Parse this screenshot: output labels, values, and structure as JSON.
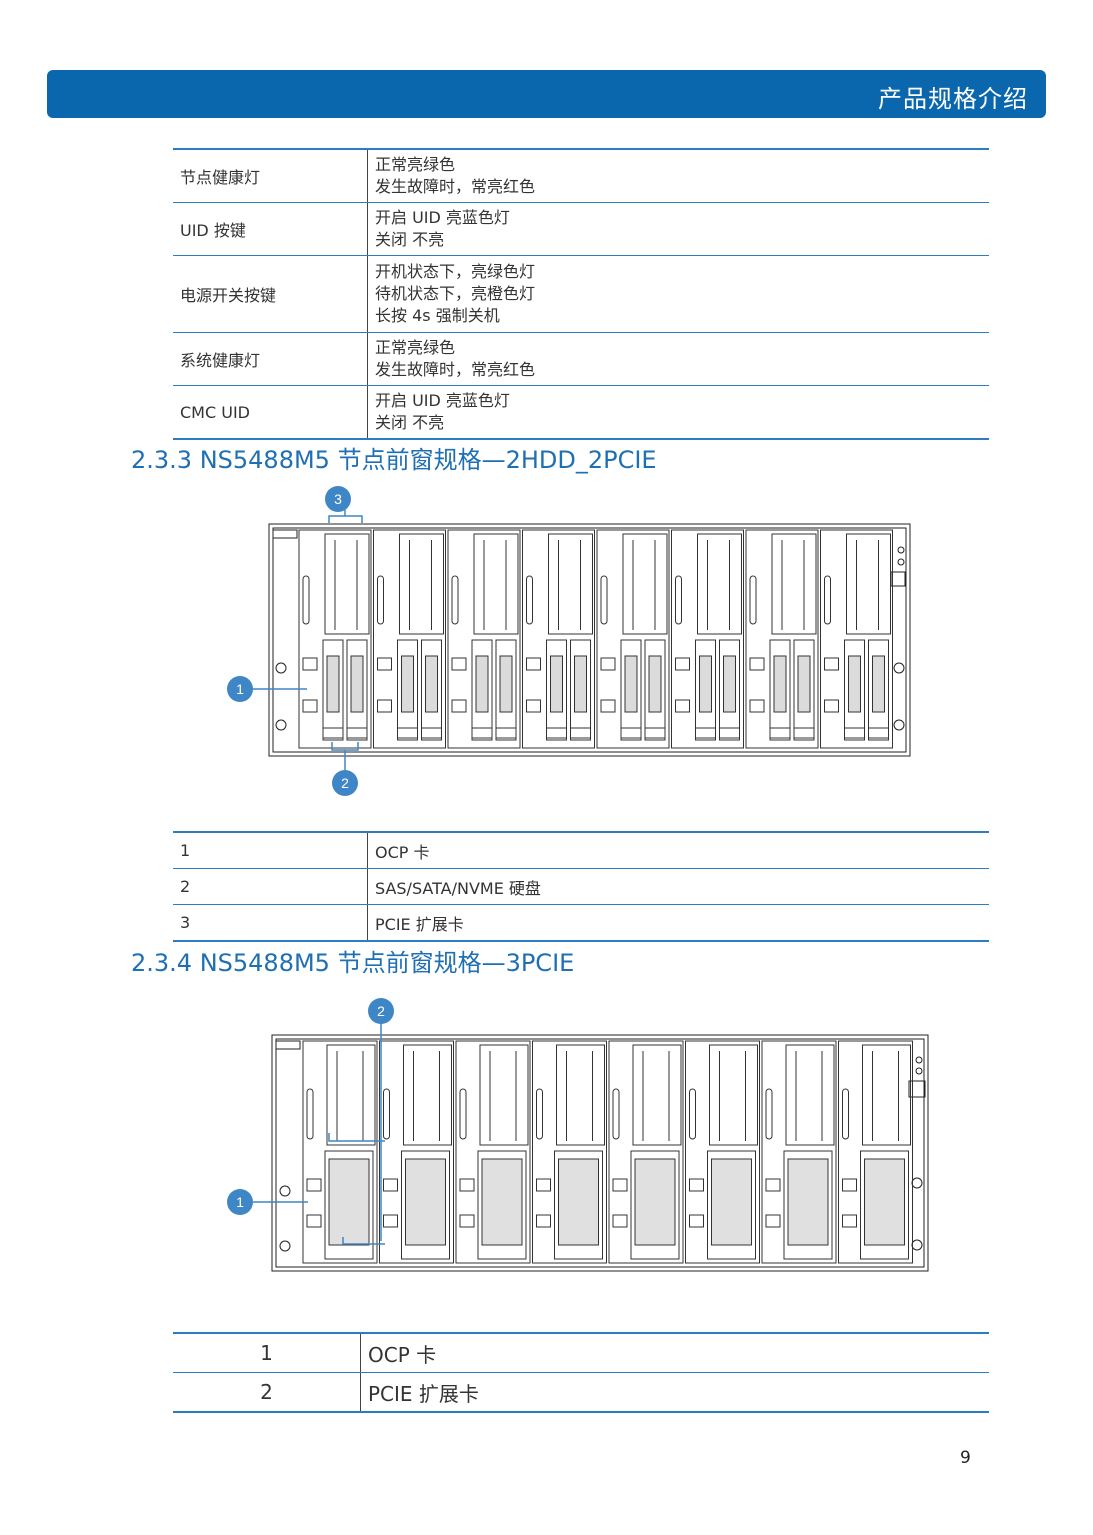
{
  "header": {
    "title": "产品规格介绍"
  },
  "table1": {
    "rows": [
      {
        "name": "节点健康灯",
        "desc": [
          "正常亮绿色",
          "发生故障时，常亮红色"
        ]
      },
      {
        "name": "UID 按键",
        "desc": [
          "开启 UID 亮蓝色灯",
          "关闭 不亮"
        ]
      },
      {
        "name": "电源开关按键",
        "desc": [
          "开机状态下，亮绿色灯",
          "待机状态下，亮橙色灯",
          "长按 4s 强制关机"
        ]
      },
      {
        "name": "系统健康灯",
        "desc": [
          "正常亮绿色",
          "发生故障时，常亮红色"
        ]
      },
      {
        "name": "CMC UID",
        "desc": [
          "开启 UID 亮蓝色灯",
          "关闭 不亮"
        ]
      }
    ]
  },
  "section1": {
    "heading": "2.3.3 NS5488M5 节点前窗规格—2HDD_2PCIE",
    "callouts": [
      "1",
      "2",
      "3"
    ],
    "legend": [
      {
        "num": "1",
        "label": "OCP 卡"
      },
      {
        "num": "2",
        "label": "SAS/SATA/NVME 硬盘"
      },
      {
        "num": "3",
        "label": "PCIE 扩展卡"
      }
    ]
  },
  "section2": {
    "heading": "2.3.4 NS5488M5 节点前窗规格—3PCIE",
    "callouts": [
      "1",
      "2"
    ],
    "legend": [
      {
        "num": "1",
        "label": "OCP 卡"
      },
      {
        "num": "2",
        "label": "PCIE 扩展卡"
      }
    ]
  },
  "footer": {
    "page_number": "9"
  },
  "colors": {
    "brand_blue": "#0b67ad",
    "heading_blue": "#1f6fb3",
    "callout_blue": "#3f86c6"
  }
}
